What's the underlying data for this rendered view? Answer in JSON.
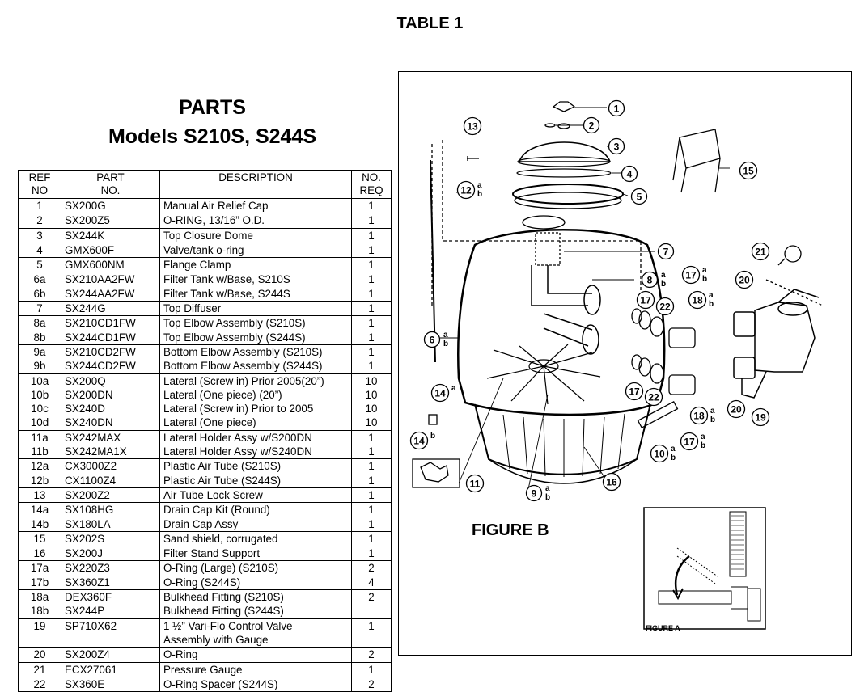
{
  "header": {
    "table_title": "TABLE 1"
  },
  "parts": {
    "title_line1": "PARTS",
    "title_line2": "Models S210S,  S244S",
    "columns": {
      "ref_line1": "REF",
      "ref_line2": "NO",
      "part_line1": "PART",
      "part_line2": "NO.",
      "description": "DESCRIPTION",
      "req_line1": "NO.",
      "req_line2": "REQ"
    },
    "groups": [
      {
        "rows": [
          {
            "ref": "1",
            "part": "SX200G",
            "desc": "Manual Air Relief Cap",
            "req": "1"
          }
        ]
      },
      {
        "rows": [
          {
            "ref": "2",
            "part": "SX200Z5",
            "desc": "O-RING, 13/16” O.D.",
            "req": "1"
          }
        ]
      },
      {
        "rows": [
          {
            "ref": "3",
            "part": "SX244K",
            "desc": "Top Closure Dome",
            "req": "1"
          }
        ]
      },
      {
        "rows": [
          {
            "ref": "4",
            "part": "GMX600F",
            "desc": "Valve/tank o-ring",
            "req": "1"
          }
        ]
      },
      {
        "rows": [
          {
            "ref": "5",
            "part": "GMX600NM",
            "desc": "Flange Clamp",
            "req": "1"
          }
        ]
      },
      {
        "rows": [
          {
            "ref": "6a",
            "part": "SX210AA2FW",
            "desc": "Filter Tank w/Base, S210S",
            "req": "1"
          },
          {
            "ref": "6b",
            "part": "SX244AA2FW",
            "desc": "Filter Tank w/Base, S244S",
            "req": "1"
          }
        ]
      },
      {
        "rows": [
          {
            "ref": "7",
            "part": "SX244G",
            "desc": "Top Diffuser",
            "req": "1"
          }
        ]
      },
      {
        "rows": [
          {
            "ref": "8a",
            "part": "SX210CD1FW",
            "desc": "Top Elbow Assembly (S210S)",
            "req": "1"
          },
          {
            "ref": "8b",
            "part": "SX244CD1FW",
            "desc": "Top Elbow Assembly (S244S)",
            "req": "1"
          }
        ]
      },
      {
        "rows": [
          {
            "ref": "9a",
            "part": "SX210CD2FW",
            "desc": "Bottom Elbow Assembly (S210S)",
            "req": "1"
          },
          {
            "ref": "9b",
            "part": "SX244CD2FW",
            "desc": "Bottom Elbow Assembly (S244S)",
            "req": "1"
          }
        ]
      },
      {
        "rows": [
          {
            "ref": "10a",
            "part": "SX200Q",
            "desc": "Lateral (Screw in) Prior 2005(20”)",
            "req": "10"
          },
          {
            "ref": "10b",
            "part": "SX200DN",
            "desc": "Lateral (One piece) (20”)",
            "req": "10"
          },
          {
            "ref": "10c",
            "part": "SX240D",
            "desc": "Lateral (Screw in) Prior to 2005",
            "req": "10"
          },
          {
            "ref": "10d",
            "part": "SX240DN",
            "desc": "Lateral (One piece)",
            "req": "10"
          }
        ]
      },
      {
        "rows": [
          {
            "ref": "11a",
            "part": "SX242MAX",
            "desc": "Lateral Holder Assy w/S200DN",
            "req": "1"
          },
          {
            "ref": "11b",
            "part": "SX242MA1X",
            "desc": "Lateral Holder Assy w/S240DN",
            "req": "1"
          }
        ]
      },
      {
        "rows": [
          {
            "ref": "12a",
            "part": "CX3000Z2",
            "desc": "Plastic Air Tube (S210S)",
            "req": "1"
          },
          {
            "ref": "12b",
            "part": "CX1100Z4",
            "desc": "Plastic Air Tube (S244S)",
            "req": "1"
          }
        ]
      },
      {
        "rows": [
          {
            "ref": "13",
            "part": "SX200Z2",
            "desc": "Air Tube Lock Screw",
            "req": "1"
          }
        ]
      },
      {
        "rows": [
          {
            "ref": "14a",
            "part": "SX108HG",
            "desc": "Drain Cap Kit (Round)",
            "req": "1"
          },
          {
            "ref": "14b",
            "part": "SX180LA",
            "desc": "Drain Cap Assy",
            "req": "1"
          }
        ]
      },
      {
        "rows": [
          {
            "ref": "15",
            "part": "SX202S",
            "desc": "Sand shield, corrugated",
            "req": "1"
          }
        ]
      },
      {
        "rows": [
          {
            "ref": "16",
            "part": "SX200J",
            "desc": "Filter Stand Support",
            "req": "1"
          }
        ]
      },
      {
        "rows": [
          {
            "ref": "17a",
            "part": "SX220Z3",
            "desc": "O-Ring (Large) (S210S)",
            "req": "2"
          },
          {
            "ref": "17b",
            "part": "SX360Z1",
            "desc": "O-Ring (S244S)",
            "req": "4"
          }
        ]
      },
      {
        "rows": [
          {
            "ref": "18a",
            "part": "DEX360F",
            "desc": "Bulkhead Fitting (S210S)",
            "req": "2"
          },
          {
            "ref": "18b",
            "part": "SX244P",
            "desc": "Bulkhead Fitting (S244S)",
            "req": ""
          }
        ]
      },
      {
        "rows": [
          {
            "ref": "19",
            "part": "SP710X62",
            "desc": "1 ½” Vari-Flo Control Valve",
            "req": "1"
          },
          {
            "ref": "",
            "part": "",
            "desc": "Assembly with Gauge",
            "req": ""
          }
        ]
      },
      {
        "rows": [
          {
            "ref": "20",
            "part": "SX200Z4",
            "desc": "O-Ring",
            "req": "2"
          }
        ]
      },
      {
        "rows": [
          {
            "ref": "21",
            "part": "ECX27061",
            "desc": "Pressure Gauge",
            "req": "1"
          }
        ]
      },
      {
        "rows": [
          {
            "ref": "22",
            "part": "SX360E",
            "desc": "O-Ring Spacer (S244S)",
            "req": "2"
          }
        ]
      }
    ]
  },
  "figure": {
    "figure_b_label": "FIGURE B",
    "figure_a_label": "FIGURE A",
    "callouts": [
      {
        "id": "c1",
        "num": "1",
        "sub": ""
      },
      {
        "id": "c2",
        "num": "2",
        "sub": ""
      },
      {
        "id": "c3",
        "num": "3",
        "sub": ""
      },
      {
        "id": "c4",
        "num": "4",
        "sub": ""
      },
      {
        "id": "c5",
        "num": "5",
        "sub": ""
      },
      {
        "id": "c6",
        "num": "6",
        "sub": "a b"
      },
      {
        "id": "c7",
        "num": "7",
        "sub": ""
      },
      {
        "id": "c8",
        "num": "8",
        "sub": "a b"
      },
      {
        "id": "c9",
        "num": "9",
        "sub": "a b"
      },
      {
        "id": "c10",
        "num": "10",
        "sub": "a b"
      },
      {
        "id": "c11",
        "num": "11",
        "sub": ""
      },
      {
        "id": "c12",
        "num": "12",
        "sub": "a b"
      },
      {
        "id": "c13",
        "num": "13",
        "sub": ""
      },
      {
        "id": "c14a",
        "num": "14",
        "sub": "a"
      },
      {
        "id": "c14b",
        "num": "14",
        "sub": "b"
      },
      {
        "id": "c15",
        "num": "15",
        "sub": ""
      },
      {
        "id": "c16",
        "num": "16",
        "sub": ""
      },
      {
        "id": "c17t",
        "num": "17",
        "sub": "a b"
      },
      {
        "id": "c17m",
        "num": "17",
        "sub": ""
      },
      {
        "id": "c17l",
        "num": "17",
        "sub": ""
      },
      {
        "id": "c17b",
        "num": "17",
        "sub": "a b"
      },
      {
        "id": "c18t",
        "num": "18",
        "sub": "a b"
      },
      {
        "id": "c18b",
        "num": "18",
        "sub": "a b"
      },
      {
        "id": "c19",
        "num": "19",
        "sub": ""
      },
      {
        "id": "c20t",
        "num": "20",
        "sub": ""
      },
      {
        "id": "c20b",
        "num": "20",
        "sub": ""
      },
      {
        "id": "c21",
        "num": "21",
        "sub": ""
      },
      {
        "id": "c22t",
        "num": "22",
        "sub": ""
      },
      {
        "id": "c22b",
        "num": "22",
        "sub": ""
      }
    ]
  }
}
